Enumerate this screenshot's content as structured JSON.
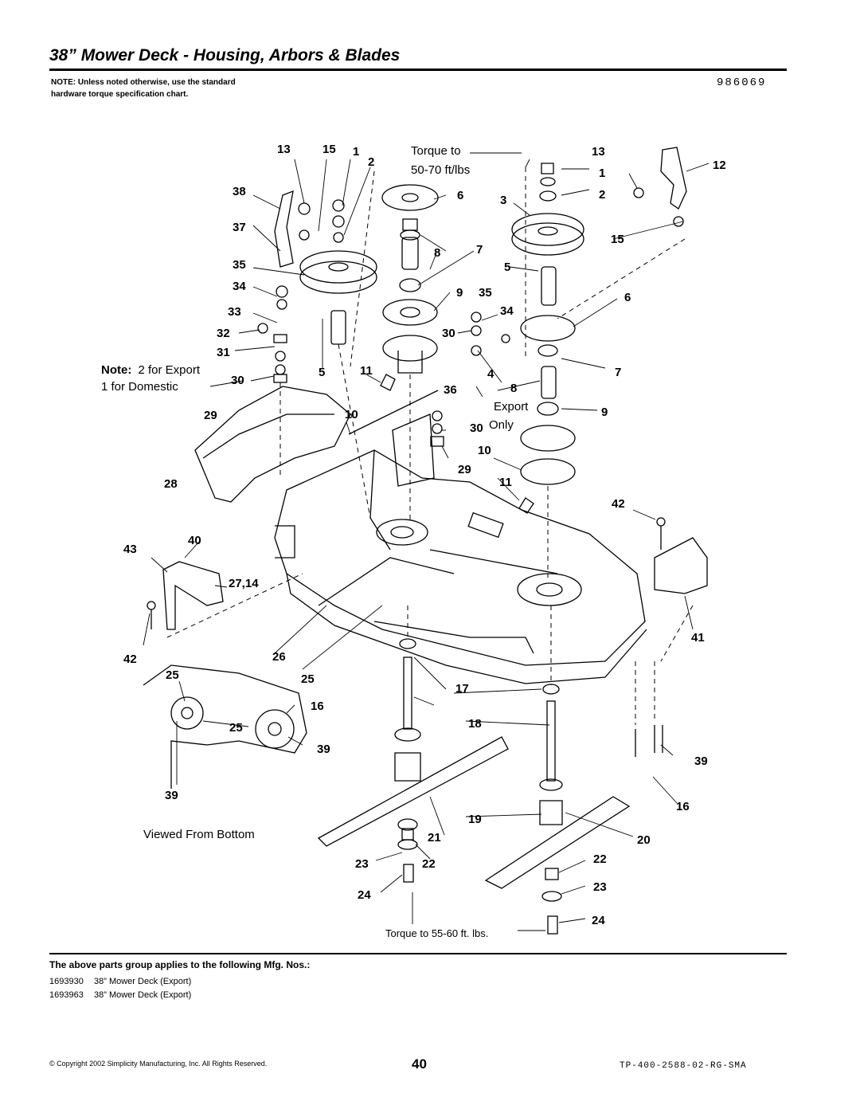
{
  "header": {
    "title": "38” Mower Deck - Housing, Arbors & Blades",
    "doc_number": "986069",
    "note": "NOTE: Unless noted otherwise, use the standard hardware torque specification chart."
  },
  "diagram": {
    "callouts": {
      "c1": "13",
      "c2": "15",
      "c3": "1",
      "c4": "2",
      "c5": "38",
      "c6": "37",
      "c7": "35",
      "c8": "34",
      "c9": "33",
      "c10": "32",
      "c11": "31",
      "c12": "30",
      "c13": "5",
      "c14": "11",
      "c15": "29",
      "c16": "10",
      "c17": "28",
      "c18": "43",
      "c19": "40",
      "c20": "27,14",
      "c21": "42",
      "c22": "26",
      "c23": "25",
      "c24": "25",
      "c25": "16",
      "c26": "25",
      "c27": "39",
      "c28": "39",
      "c29": "6",
      "c30": "8",
      "c31": "7",
      "c32": "9",
      "c33": "35",
      "c34": "34",
      "c35": "30",
      "c36": "4",
      "c37": "36",
      "c38": "30",
      "c39": "3",
      "c40": "5",
      "c41": "13",
      "c42": "12",
      "c43": "1",
      "c44": "2",
      "c45": "15",
      "c46": "6",
      "c47": "7",
      "c48": "8",
      "c49": "9",
      "c50": "10",
      "c51": "29",
      "c52": "11",
      "c53": "42",
      "c54": "41",
      "c55": "17",
      "c56": "18",
      "c57": "39",
      "c58": "16",
      "c59": "19",
      "c60": "21",
      "c61": "20",
      "c62": "22",
      "c63": "23",
      "c64": "22",
      "c65": "23",
      "c66": "24",
      "c67": "24"
    },
    "torque_top_line1": "Torque to",
    "torque_top_line2": "50-70 ft/lbs",
    "note_export_bold": "Note:",
    "note_export_rest": "2 for Export",
    "note_domestic": "1 for Domestic",
    "export_only_line1": "Export",
    "export_only_line2": "Only",
    "viewed_from_bottom": "Viewed From Bottom",
    "torque_bottom": "Torque to 55-60 ft. lbs."
  },
  "footer": {
    "applies": "The above parts group applies to the following Mfg. Nos.:",
    "mfg": [
      {
        "num": "1693930",
        "desc": "38” Mower Deck (Export)"
      },
      {
        "num": "1693963",
        "desc": "38” Mower Deck (Export)"
      }
    ],
    "copyright": "© Copyright 2002 Simplicity Manufacturing, Inc. All Rights Reserved.",
    "page": "40",
    "code": "TP-400-2588-02-RG-SMA"
  }
}
